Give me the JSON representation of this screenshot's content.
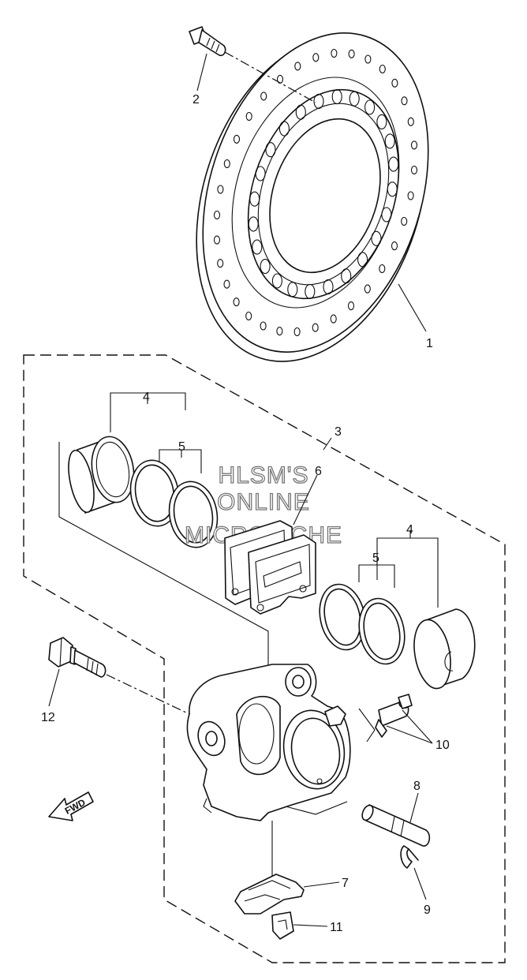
{
  "watermark": [
    "HLSM'S",
    "ONLINE",
    "MICROFICHE"
  ],
  "direction_arrow": "FWD",
  "callouts": [
    {
      "id": "c1",
      "text": "1"
    },
    {
      "id": "c2",
      "text": "2"
    },
    {
      "id": "c3",
      "text": "3"
    },
    {
      "id": "c4a",
      "text": "4"
    },
    {
      "id": "c4b",
      "text": "4"
    },
    {
      "id": "c5a",
      "text": "5"
    },
    {
      "id": "c5b",
      "text": "5"
    },
    {
      "id": "c6",
      "text": "6"
    },
    {
      "id": "c7",
      "text": "7"
    },
    {
      "id": "c8",
      "text": "8"
    },
    {
      "id": "c9",
      "text": "9"
    },
    {
      "id": "c10",
      "text": "10"
    },
    {
      "id": "c11",
      "text": "11"
    },
    {
      "id": "c12",
      "text": "12"
    }
  ]
}
